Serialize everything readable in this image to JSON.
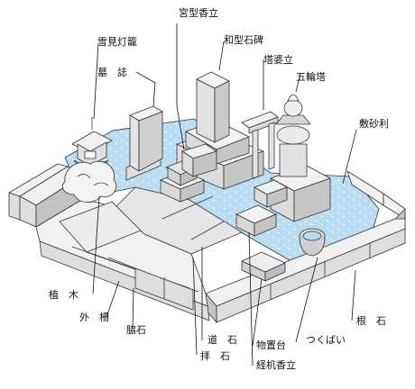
{
  "labels": {
    "miyagata_koudate": "宮型香立",
    "yukimi_tourou": "雪見灯籠",
    "wagata_sekihi": "和型石碑",
    "boshi": "墓　誌",
    "tousugata_tate": "塔婆立",
    "gorintou": "五輪塔",
    "shikijari": "敷砂利",
    "ueki": "植　木",
    "sotosaku": "外　柵",
    "wakiishi": "脇石",
    "neishi": "根　石",
    "tsukubai": "つくばい",
    "michiishi": "道　石",
    "monookidai": "物置台",
    "haiseki": "拝　石",
    "kyouzukue_koudate": "経机香立"
  },
  "colors": {
    "water_blue": "#b9dcf3",
    "stone_light": "#f1f1f1",
    "stone_mid": "#dedede",
    "stone_dark": "#c4c4c4",
    "line": "#333333"
  }
}
